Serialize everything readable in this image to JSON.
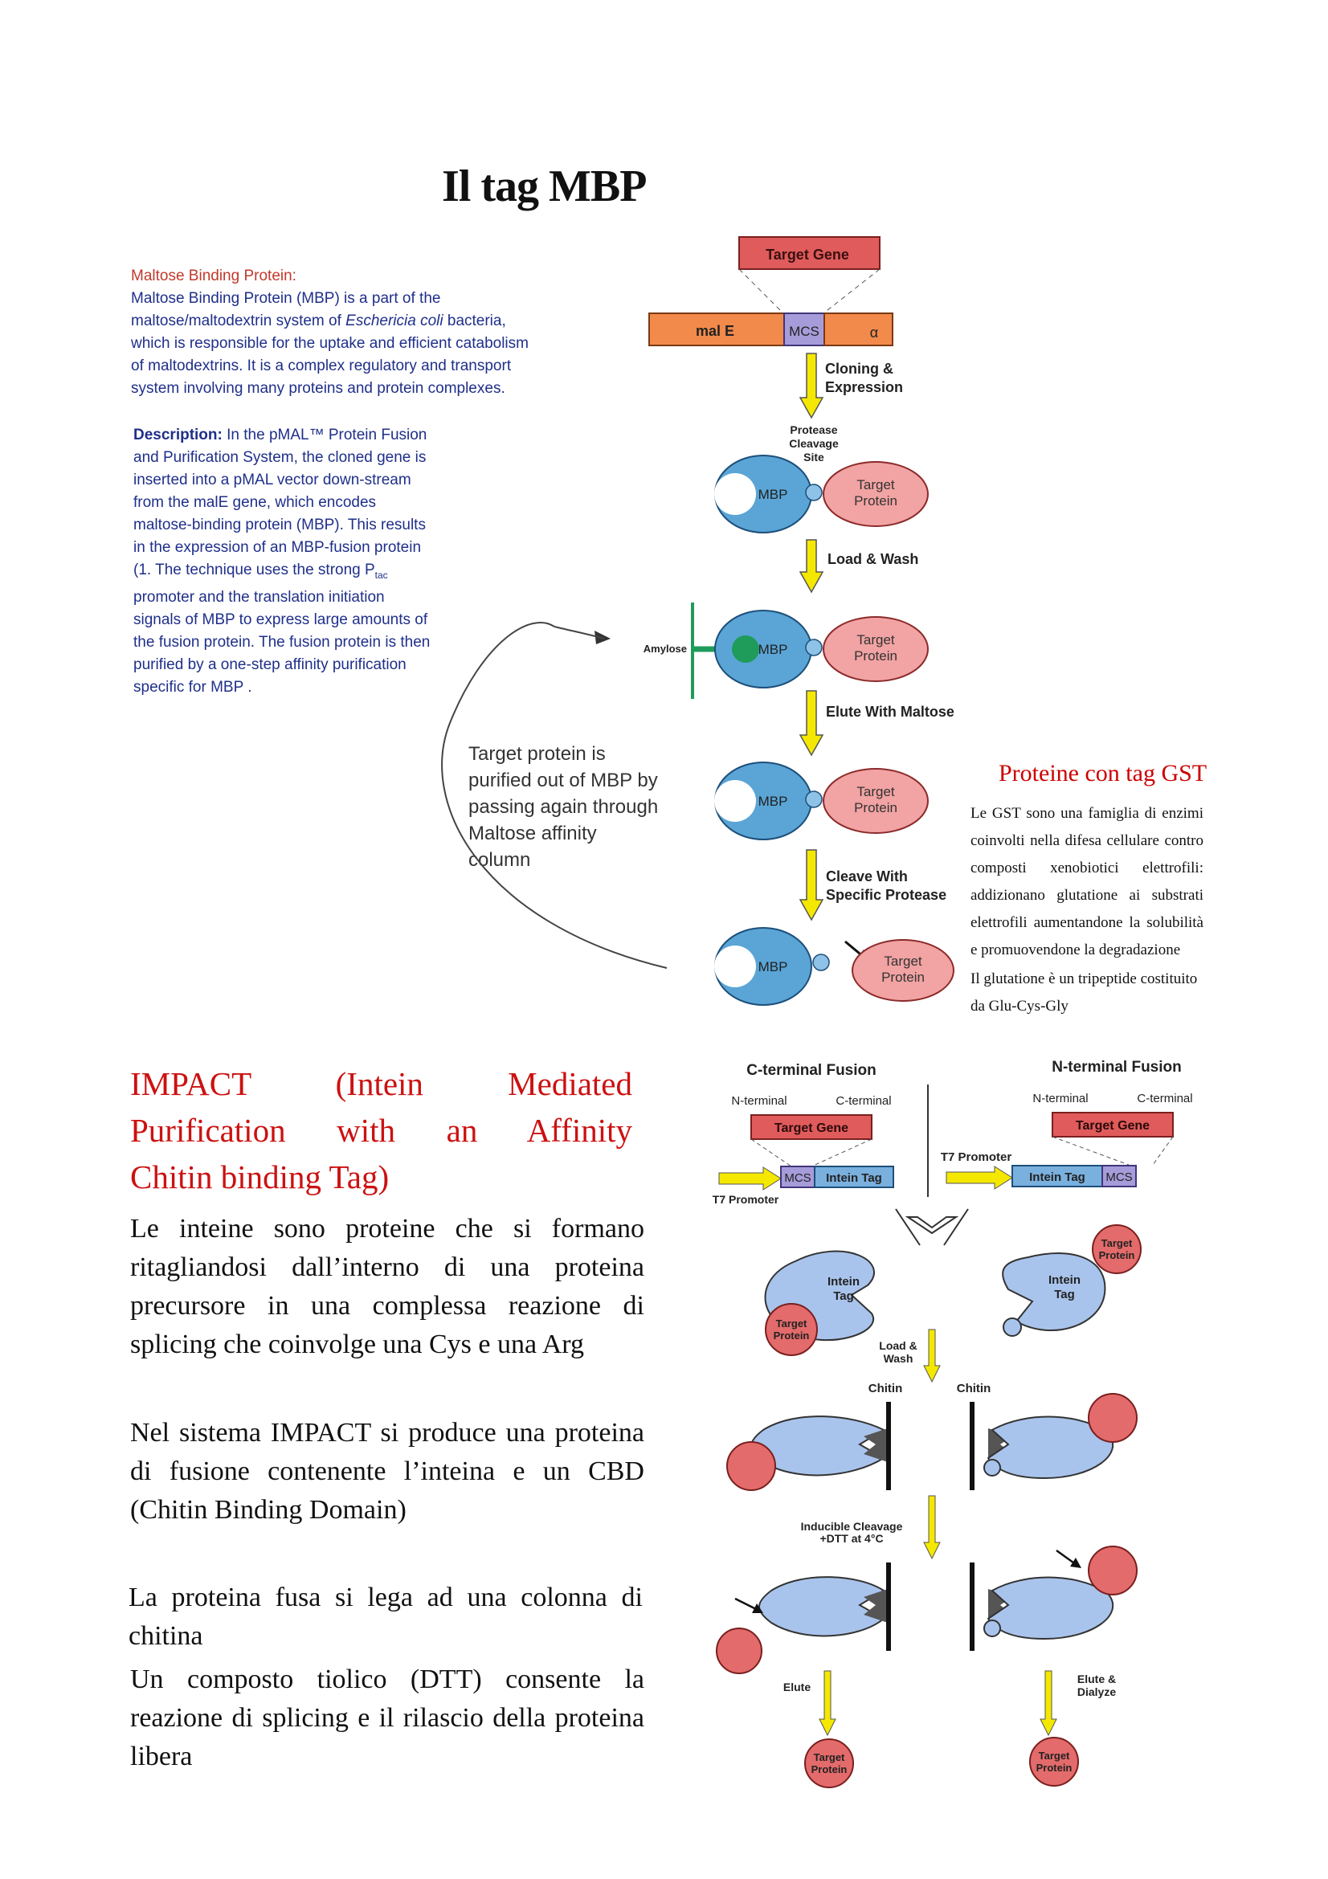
{
  "page_title": "Il tag MBP",
  "mbp_intro": {
    "heading": "Maltose Binding Protein:",
    "line1": "Maltose Binding Protein (MBP) is a part of the",
    "line2a": "maltose/maltodextrin system of ",
    "line2b": "Eschericia coli",
    "line2c": " bacteria,",
    "line3": "which is responsible for the uptake and efficient catabolism",
    "line4": "of maltodextrins.  It is a complex regulatory and transport",
    "line5": "system involving many proteins and protein complexes."
  },
  "mbp_description": {
    "label": "Description:",
    "text1": " In the pMAL™ Protein Fusion and Purification System, the cloned gene is inserted into a pMAL vector down-stream from the malE gene, which encodes maltose-binding protein (MBP). This results in the expression of an MBP-fusion protein (1. The technique uses the strong P",
    "subscript": "tac",
    "text2": " promoter and the translation initiation signals of MBP to express large amounts of the fusion protein. The fusion protein is then purified by a one-step affinity purification specific for MBP ."
  },
  "recycle_note": "Target protein is purified out of MBP by passing again through Maltose affinity column",
  "mbp_diagram": {
    "target_gene": "Target Gene",
    "male": "mal E",
    "mcs": "MCS",
    "alpha": "α",
    "step1a": "Cloning &",
    "step1b": "Expression",
    "cleavage1": "Protease",
    "cleavage2": "Cleavage",
    "cleavage3": "Site",
    "mbp": "MBP",
    "target1": "Target",
    "target2": "Protein",
    "step2": "Load & Wash",
    "amylose": "Amylose",
    "step3": "Elute With Maltose",
    "step4a": "Cleave With",
    "step4b": "Specific Protease"
  },
  "gst": {
    "title": "Proteine con tag GST",
    "body": "Le GST sono una famiglia di enzimi coinvolti nella difesa cellulare contro composti xenobiotici elettrofili: addizionano glutatione ai substrati elettrofili aumentandone la solubilità e promuovendone la degradazione",
    "body2": "Il glutatione è un tripeptide costituito da Glu-Cys-Gly"
  },
  "impact": {
    "title_line1": "IMPACT (Intein Mediated",
    "title_line2": "Purification with an Affinity",
    "title_line3": "Chitin binding Tag)",
    "p1": "Le inteine sono proteine che si formano ritagliandosi dall’interno di una proteina precursore in una complessa reazione di splicing che coinvolge una Cys e una Arg",
    "p2": "Nel sistema IMPACT si produce una proteina di fusione contenente l’inteina e un CBD (Chitin Binding Domain)",
    "p3": "La proteina fusa si lega ad una colonna di chitina",
    "p4": "Un composto tiolico (DTT) consente la reazione di splicing e il rilascio della proteina libera"
  },
  "impact_diagram": {
    "c_fusion": "C-terminal Fusion",
    "n_fusion": "N-terminal Fusion",
    "n_terminal": "N-terminal",
    "c_terminal": "C-terminal",
    "target_gene": "Target Gene",
    "mcs": "MCS",
    "intein_tag": "Intein Tag",
    "t7": "T7 Promoter",
    "intein": "Intein",
    "tag": "Tag",
    "target": "Target",
    "protein": "Protein",
    "load1": "Load &",
    "load2": "Wash",
    "chitin": "Chitin",
    "cleave1": "Inducible Cleavage",
    "cleave2": "+DTT at 4°C",
    "elute": "Elute",
    "elute_d1": "Elute &",
    "elute_d2": "Dialyze"
  }
}
